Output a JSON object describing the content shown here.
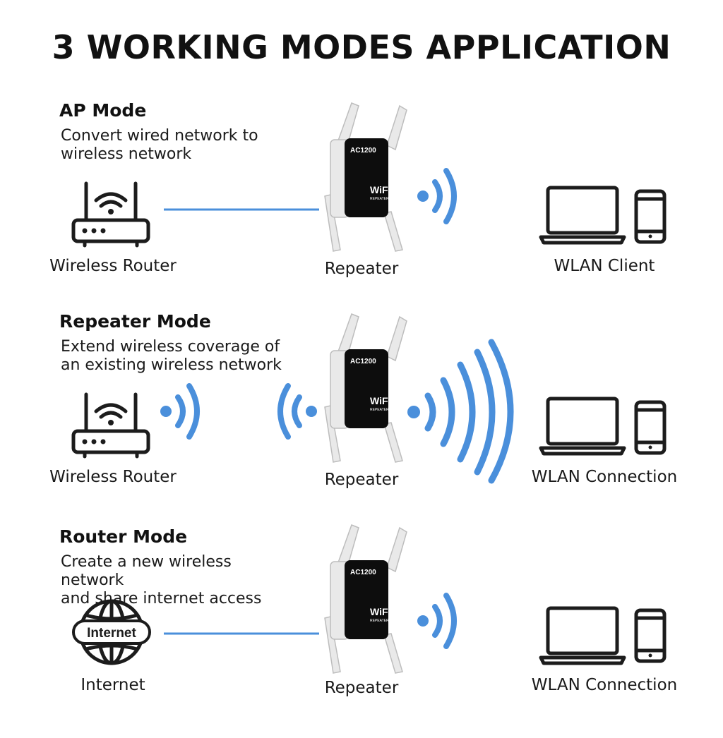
{
  "title": "3 WORKING MODES APPLICATION",
  "colors": {
    "accent": "#4a8fdb",
    "icon": "#1c1c1c",
    "device": "#0d0d0d",
    "antenna": "#e6e6e6"
  },
  "device": {
    "model": "AC1200",
    "brand": "WiFi",
    "subtitle": "REPEATER"
  },
  "modes": [
    {
      "title": "AP Mode",
      "description": "Convert wired network to\nwireless network",
      "source_label": "Wireless Router",
      "source_icon": "router-icon",
      "link": "wired",
      "repeater_label": "Repeater",
      "client_label": "WLAN Client"
    },
    {
      "title": "Repeater Mode",
      "description": "Extend wireless coverage of\nan existing wireless network",
      "source_label": "Wireless Router",
      "source_icon": "router-icon",
      "link": "wireless",
      "repeater_label": "Repeater",
      "client_label": "WLAN Connection"
    },
    {
      "title": "Router Mode",
      "description": "Create a new wireless network\nand share internet access",
      "source_label": "Internet",
      "source_icon": "globe-icon",
      "globe_text": "Internet",
      "link": "wired",
      "repeater_label": "Repeater",
      "client_label": "WLAN Connection"
    }
  ]
}
